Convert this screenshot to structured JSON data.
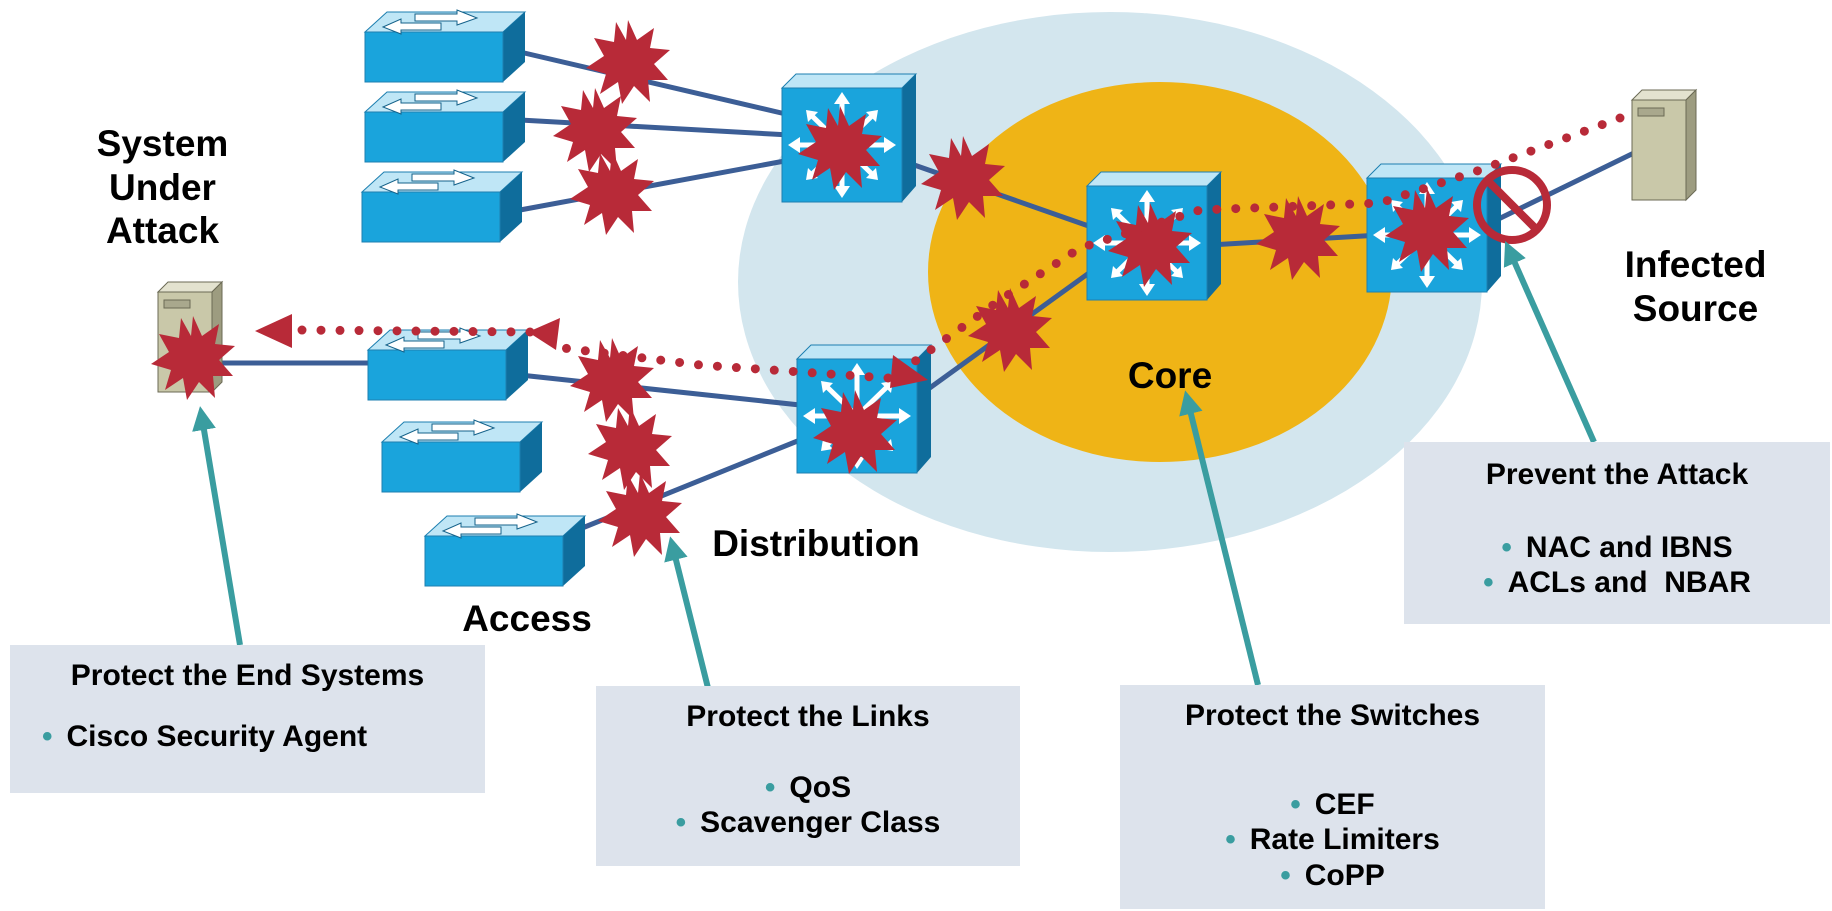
{
  "labels": {
    "system_under_attack": [
      "System",
      "Under",
      "Attack"
    ],
    "infected_source": [
      "Infected",
      "Source"
    ],
    "core": "Core",
    "distribution": "Distribution",
    "access": "Access"
  },
  "boxes": {
    "end_systems": {
      "title": "Protect the End Systems",
      "items": [
        "Cisco Security Agent"
      ]
    },
    "links": {
      "title": "Protect the Links",
      "items": [
        "QoS",
        "Scavenger Class"
      ]
    },
    "switches": {
      "title": "Protect the Switches",
      "items": [
        "CEF",
        "Rate Limiters",
        "CoPP"
      ]
    },
    "prevent": {
      "title": "Prevent the Attack",
      "items": [
        "NAC and IBNS",
        "ACLs and  NBAR"
      ]
    }
  },
  "icons": [
    "server-icon",
    "access-switch-icon",
    "multilayer-switch-icon",
    "attack-burst-icon",
    "prohibit-icon"
  ],
  "colors": {
    "outer_ellipse": "#d3e6ee",
    "core_ellipse": "#efb416",
    "switch_blue": "#1aa4dc",
    "link": "#3c5e96",
    "attack": "#b82a38",
    "arrow": "#3a9da0",
    "box_bg": "#dde3ec",
    "server": "#c9c8a9"
  }
}
